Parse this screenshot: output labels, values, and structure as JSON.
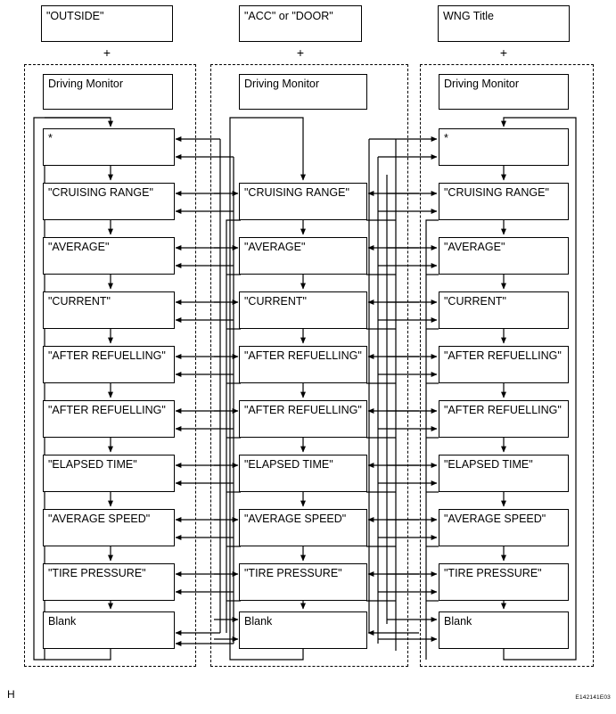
{
  "diagram": {
    "figure_code": "E142141E03",
    "page_marker": "H",
    "plus_symbol": "+",
    "columns": [
      {
        "id": "left",
        "title_label": "\"OUTSIDE\"",
        "header_label": "Driving Monitor",
        "items": [
          "*",
          "\"CRUISING RANGE\"",
          "\"AVERAGE\"",
          "\"CURRENT\"",
          "\"AFTER REFUELLING\"",
          "\"AFTER REFUELLING\"",
          "\"ELAPSED TIME\"",
          "\"AVERAGE SPEED\"",
          "\"TIRE PRESSURE\"",
          "Blank"
        ]
      },
      {
        "id": "middle",
        "title_label": "\"ACC\" or \"DOOR\"",
        "header_label": "Driving Monitor",
        "items": [
          "\"CRUISING RANGE\"",
          "\"AVERAGE\"",
          "\"CURRENT\"",
          "\"AFTER REFUELLING\"",
          "\"AFTER REFUELLING\"",
          "\"ELAPSED TIME\"",
          "\"AVERAGE SPEED\"",
          "\"TIRE PRESSURE\"",
          "Blank"
        ]
      },
      {
        "id": "right",
        "title_label": "WNG Title",
        "header_label": "Driving Monitor",
        "items": [
          "*",
          "\"CRUISING RANGE\"",
          "\"AVERAGE\"",
          "\"CURRENT\"",
          "\"AFTER REFUELLING\"",
          "\"AFTER REFUELLING\"",
          "\"ELAPSED TIME\"",
          "\"AVERAGE SPEED\"",
          "\"TIRE PRESSURE\"",
          "Blank"
        ]
      }
    ]
  }
}
